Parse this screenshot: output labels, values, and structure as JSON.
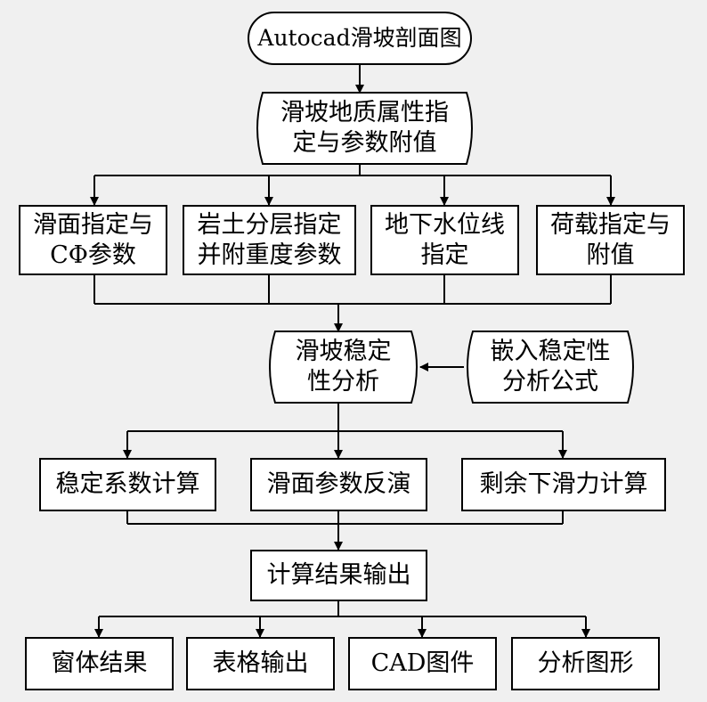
{
  "diagram": {
    "start": "Autocad滑坡剖面图",
    "assign_properties": "滑坡地质属性指\n定与参数附值",
    "steps_level1": [
      "滑面指定与\nCΦ参数",
      "岩土分层指定\n并附重度参数",
      "地下水位线\n指定",
      "荷载指定与\n附值"
    ],
    "stability_analysis": "滑坡稳定\n性分析",
    "embed_formula": "嵌入稳定性\n分析公式",
    "steps_level2": [
      "稳定系数计算",
      "滑面参数反演",
      "剩余下滑力计算"
    ],
    "output": "计算结果输出",
    "outputs": [
      "窗体结果",
      "表格输出",
      "CAD图件",
      "分析图形"
    ]
  }
}
